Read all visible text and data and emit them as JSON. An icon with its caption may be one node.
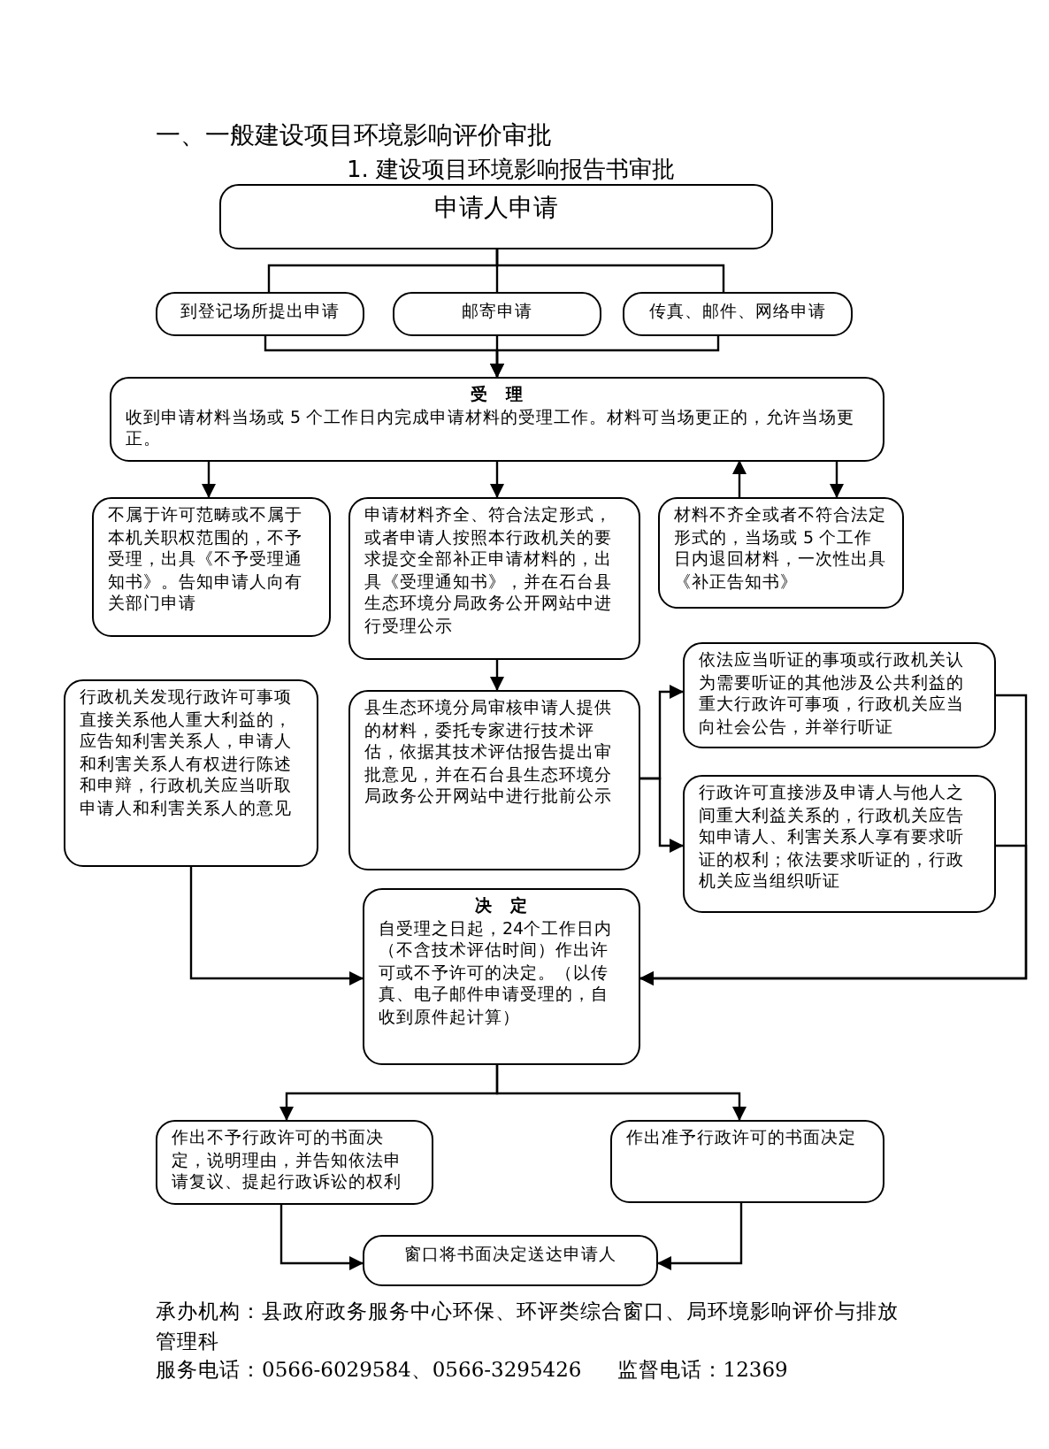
{
  "diagram": {
    "title": "一、一般建设项目环境影响评价审批",
    "nodes": [
      {
        "text": [
          "申请人申请"
        ]
      },
      {
        "text": [
          "到登记场所提出申请"
        ]
      },
      {
        "text": [
          "邮寄申请"
        ]
      },
      {
        "text": [
          "传真、邮件、网络申请"
        ]
      },
      {
        "text": [
          "受　理",
          "收到申请材料当场或 5 个工作日内完成申请材料的受理工作。材料可当场更正的，允许当场更正。"
        ]
      },
      {
        "text": [
          "不属于许可范畴或不属于本机关职权范围的，不予受理，出具《不予受理通知书》。告知申请人向有关部门申请"
        ]
      },
      {
        "text": [
          "申请材料齐全、符合法定形式，或者申请人按照本行政机关的要求提交全部补正申请材料的，出具《受理通知书》，并在石台县生态环境分局政务公开网站中进行受理公示"
        ]
      },
      {
        "text": [
          "材料不齐全或者不符合法定形式的，当场或 5 个工作日内退回材料，一次性出具《补正告知书》"
        ]
      },
      {
        "text": [
          "行政机关发现行政许可事项直接关系他人重大利益的，应告知利害关系人，申请人和利害关系人有权进行陈述和申辩，行政机关应当听取申请人和利害关系人的意见"
        ]
      },
      {
        "text": [
          "县生态环境分局审核申请人提供的材料，委托专家进行技术评估，依据其技术评估报告提出审批意见，并在石台县生态环境分局政务公开网站中进行批前公示"
        ]
      },
      {
        "text": [
          "依法应当听证的事项或行政机关认为需要听证的其他涉及公共利益的重大行政许可事项，行政机关应当向社会公告，并举行听证"
        ]
      },
      {
        "text": [
          "行政许可直接涉及申请人与他人之间重大利益关系的，行政机关应告知申请人、利害关系人享有要求听证的权利；依法要求听证的，行政机关应当组织听证"
        ]
      },
      {
        "text": [
          "决　定",
          "自受理之日起，24个工作日内（不含技术评估时间）作出许可或不予许可的决定。（以传真、电子邮件申请受理的，自收到原件起计算）"
        ]
      },
      {
        "text": [
          "作出不予行政许可的书面决定，说明理由，并告知依法申请复议、提起行政诉讼的权利"
        ]
      },
      {
        "text": [
          "作出准予行政许可的书面决定"
        ]
      },
      {
        "text": [
          "窗口将书面决定送达申请人"
        ]
      }
    ],
    "edges": [
      {
        "from": 0,
        "to": 1,
        "arrow": "none"
      },
      {
        "from": 0,
        "to": 2,
        "arrow": "none"
      },
      {
        "from": 0,
        "to": 3,
        "arrow": "none"
      },
      {
        "from": 1,
        "to": 4,
        "arrow": "to"
      },
      {
        "from": 2,
        "to": 4,
        "arrow": "to"
      },
      {
        "from": 3,
        "to": 4,
        "arrow": "to"
      },
      {
        "from": 4,
        "to": 5,
        "arrow": "to"
      },
      {
        "from": 4,
        "to": 6,
        "arrow": "to"
      },
      {
        "from": 7,
        "to": 4,
        "arrow": "to"
      },
      {
        "from": 4,
        "to": 7,
        "arrow": "to"
      },
      {
        "from": 6,
        "to": 9,
        "arrow": "to"
      },
      {
        "from": 9,
        "to": 10,
        "arrow": "to"
      },
      {
        "from": 9,
        "to": 11,
        "arrow": "to"
      },
      {
        "from": 8,
        "to": 12,
        "arrow": "to"
      },
      {
        "from": 10,
        "to": 12,
        "arrow": "to"
      },
      {
        "from": 11,
        "to": 12,
        "arrow": "to"
      },
      {
        "from": 12,
        "to": 13,
        "arrow": "to"
      },
      {
        "from": 12,
        "to": 14,
        "arrow": "to"
      },
      {
        "from": 13,
        "to": 15,
        "arrow": "to"
      },
      {
        "from": 14,
        "to": 15,
        "arrow": "to"
      }
    ],
    "labels": [
      "1. 建设项目环境影响报告书审批",
      "承办机构：县政府政务服务中心环保、环评类综合窗口、局环境影响评价与排放管理科",
      "服务电话：0566-6029584、0566-3295426",
      "监督电话：12369"
    ]
  }
}
